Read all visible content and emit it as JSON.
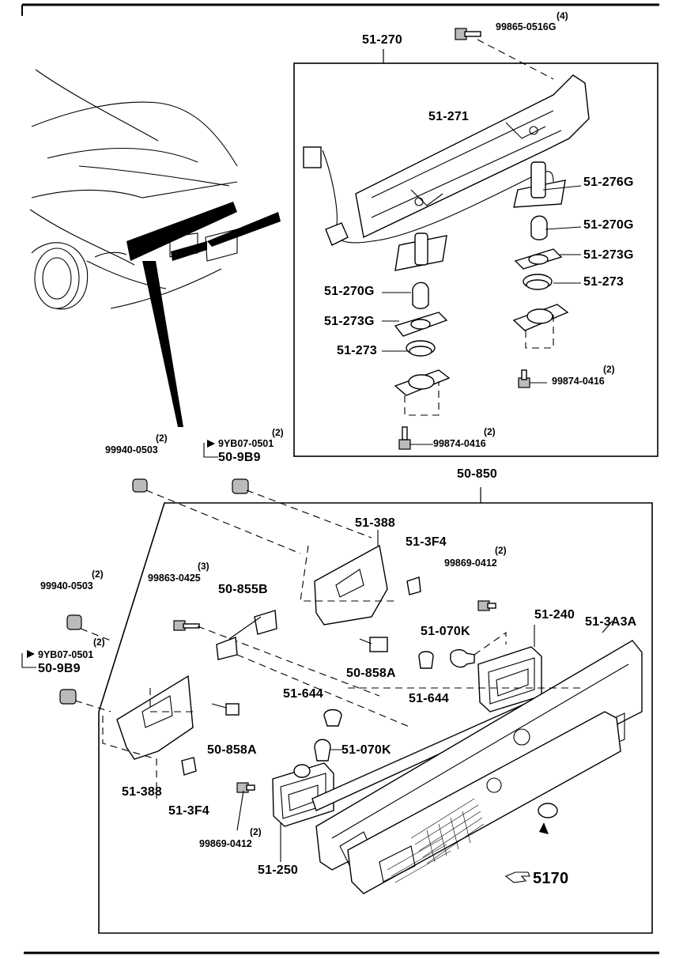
{
  "upper_group": {
    "title": "51-270",
    "top_bolt": {
      "part": "99865-0516G",
      "qty": "(4)"
    },
    "items": [
      {
        "part": "51-271"
      },
      {
        "part": "51-276G"
      },
      {
        "part": "51-270G"
      },
      {
        "part": "51-273G"
      },
      {
        "part": "51-273"
      },
      {
        "part": "51-270G"
      },
      {
        "part": "51-273G"
      },
      {
        "part": "51-273"
      }
    ],
    "screw_right": {
      "part": "99874-0416",
      "qty": "(2)"
    },
    "screw_bottom": {
      "part": "99874-0416",
      "qty": "(2)"
    }
  },
  "clip_top_left": {
    "part": "99940-0503",
    "qty": "(2)"
  },
  "clip_top_mid": {
    "ref": "9YB07-0501",
    "qty": "(2)",
    "part": "50-9B9"
  },
  "lower_group": {
    "title": "50-850",
    "items": {
      "bracket_right": "51-388",
      "clip_3f4_right": "51-3F4",
      "screw_right": {
        "part": "99869-0412",
        "qty": "(2)"
      },
      "bolt_left": {
        "part": "99863-0425",
        "qty": "(3)"
      },
      "bracket_small": "50-855B",
      "lamp_right": "51-240",
      "bulb_right": "51-070K",
      "garnish": "51-3A3A",
      "nut_right": "50-858A",
      "socket_right": "51-644",
      "socket_left": "51-644",
      "nut_left": "50-858A",
      "bulb_left": "51-070K",
      "bracket_left": "51-388",
      "clip_3f4_left": "51-3F4",
      "screw_left": {
        "part": "99869-0412",
        "qty": "(2)"
      },
      "lamp_left": "51-250"
    }
  },
  "clip_mid_left": {
    "part": "99940-0503",
    "qty": "(2)"
  },
  "clip_mid_left2": {
    "ref": "9YB07-0501",
    "qty": "(2)",
    "part": "50-9B9"
  },
  "reference": {
    "icon": "pointing-hand-icon",
    "number": "5170"
  }
}
